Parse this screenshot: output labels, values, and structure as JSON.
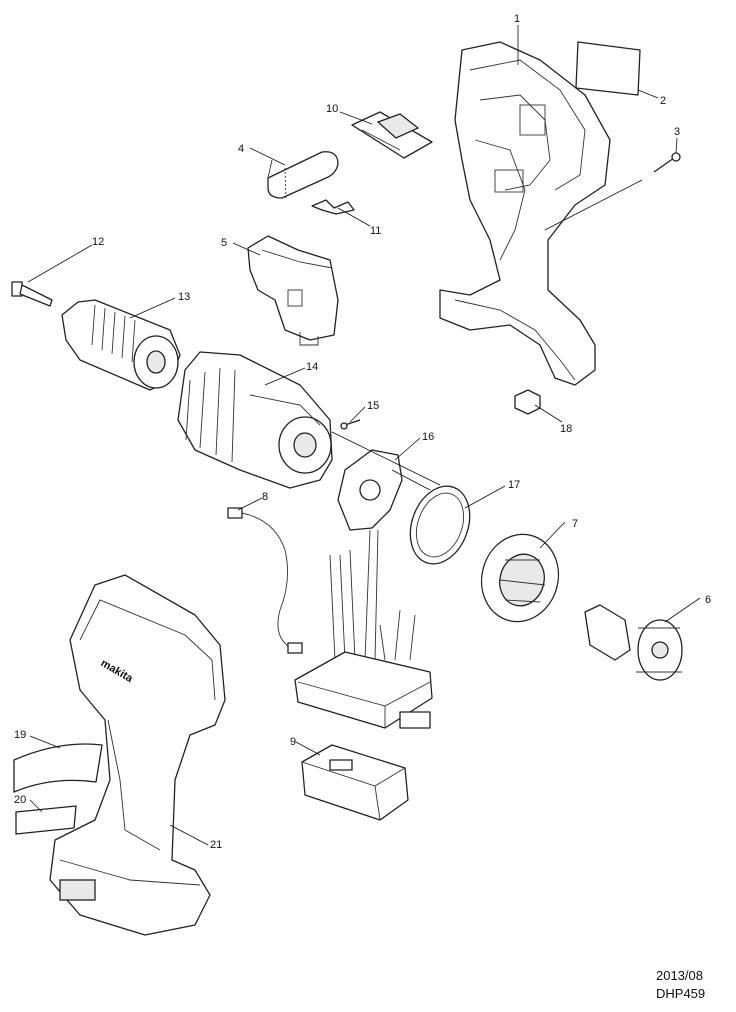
{
  "callouts": [
    {
      "id": "p1",
      "label": "1"
    },
    {
      "id": "p2",
      "label": "2"
    },
    {
      "id": "p3",
      "label": "3"
    },
    {
      "id": "p4",
      "label": "4"
    },
    {
      "id": "p5",
      "label": "5"
    },
    {
      "id": "p6",
      "label": "6"
    },
    {
      "id": "p7",
      "label": "7"
    },
    {
      "id": "p8",
      "label": "8"
    },
    {
      "id": "p9",
      "label": "9"
    },
    {
      "id": "p10",
      "label": "10"
    },
    {
      "id": "p11",
      "label": "11"
    },
    {
      "id": "p12",
      "label": "12"
    },
    {
      "id": "p13",
      "label": "13"
    },
    {
      "id": "p14",
      "label": "14"
    },
    {
      "id": "p15",
      "label": "15"
    },
    {
      "id": "p16",
      "label": "16"
    },
    {
      "id": "p17",
      "label": "17"
    },
    {
      "id": "p18",
      "label": "18"
    },
    {
      "id": "p19",
      "label": "19"
    },
    {
      "id": "p20",
      "label": "20"
    },
    {
      "id": "p21",
      "label": "21"
    }
  ],
  "brand_logo_text": "makita",
  "footer": {
    "date": "2013/08",
    "model": "DHP459"
  }
}
